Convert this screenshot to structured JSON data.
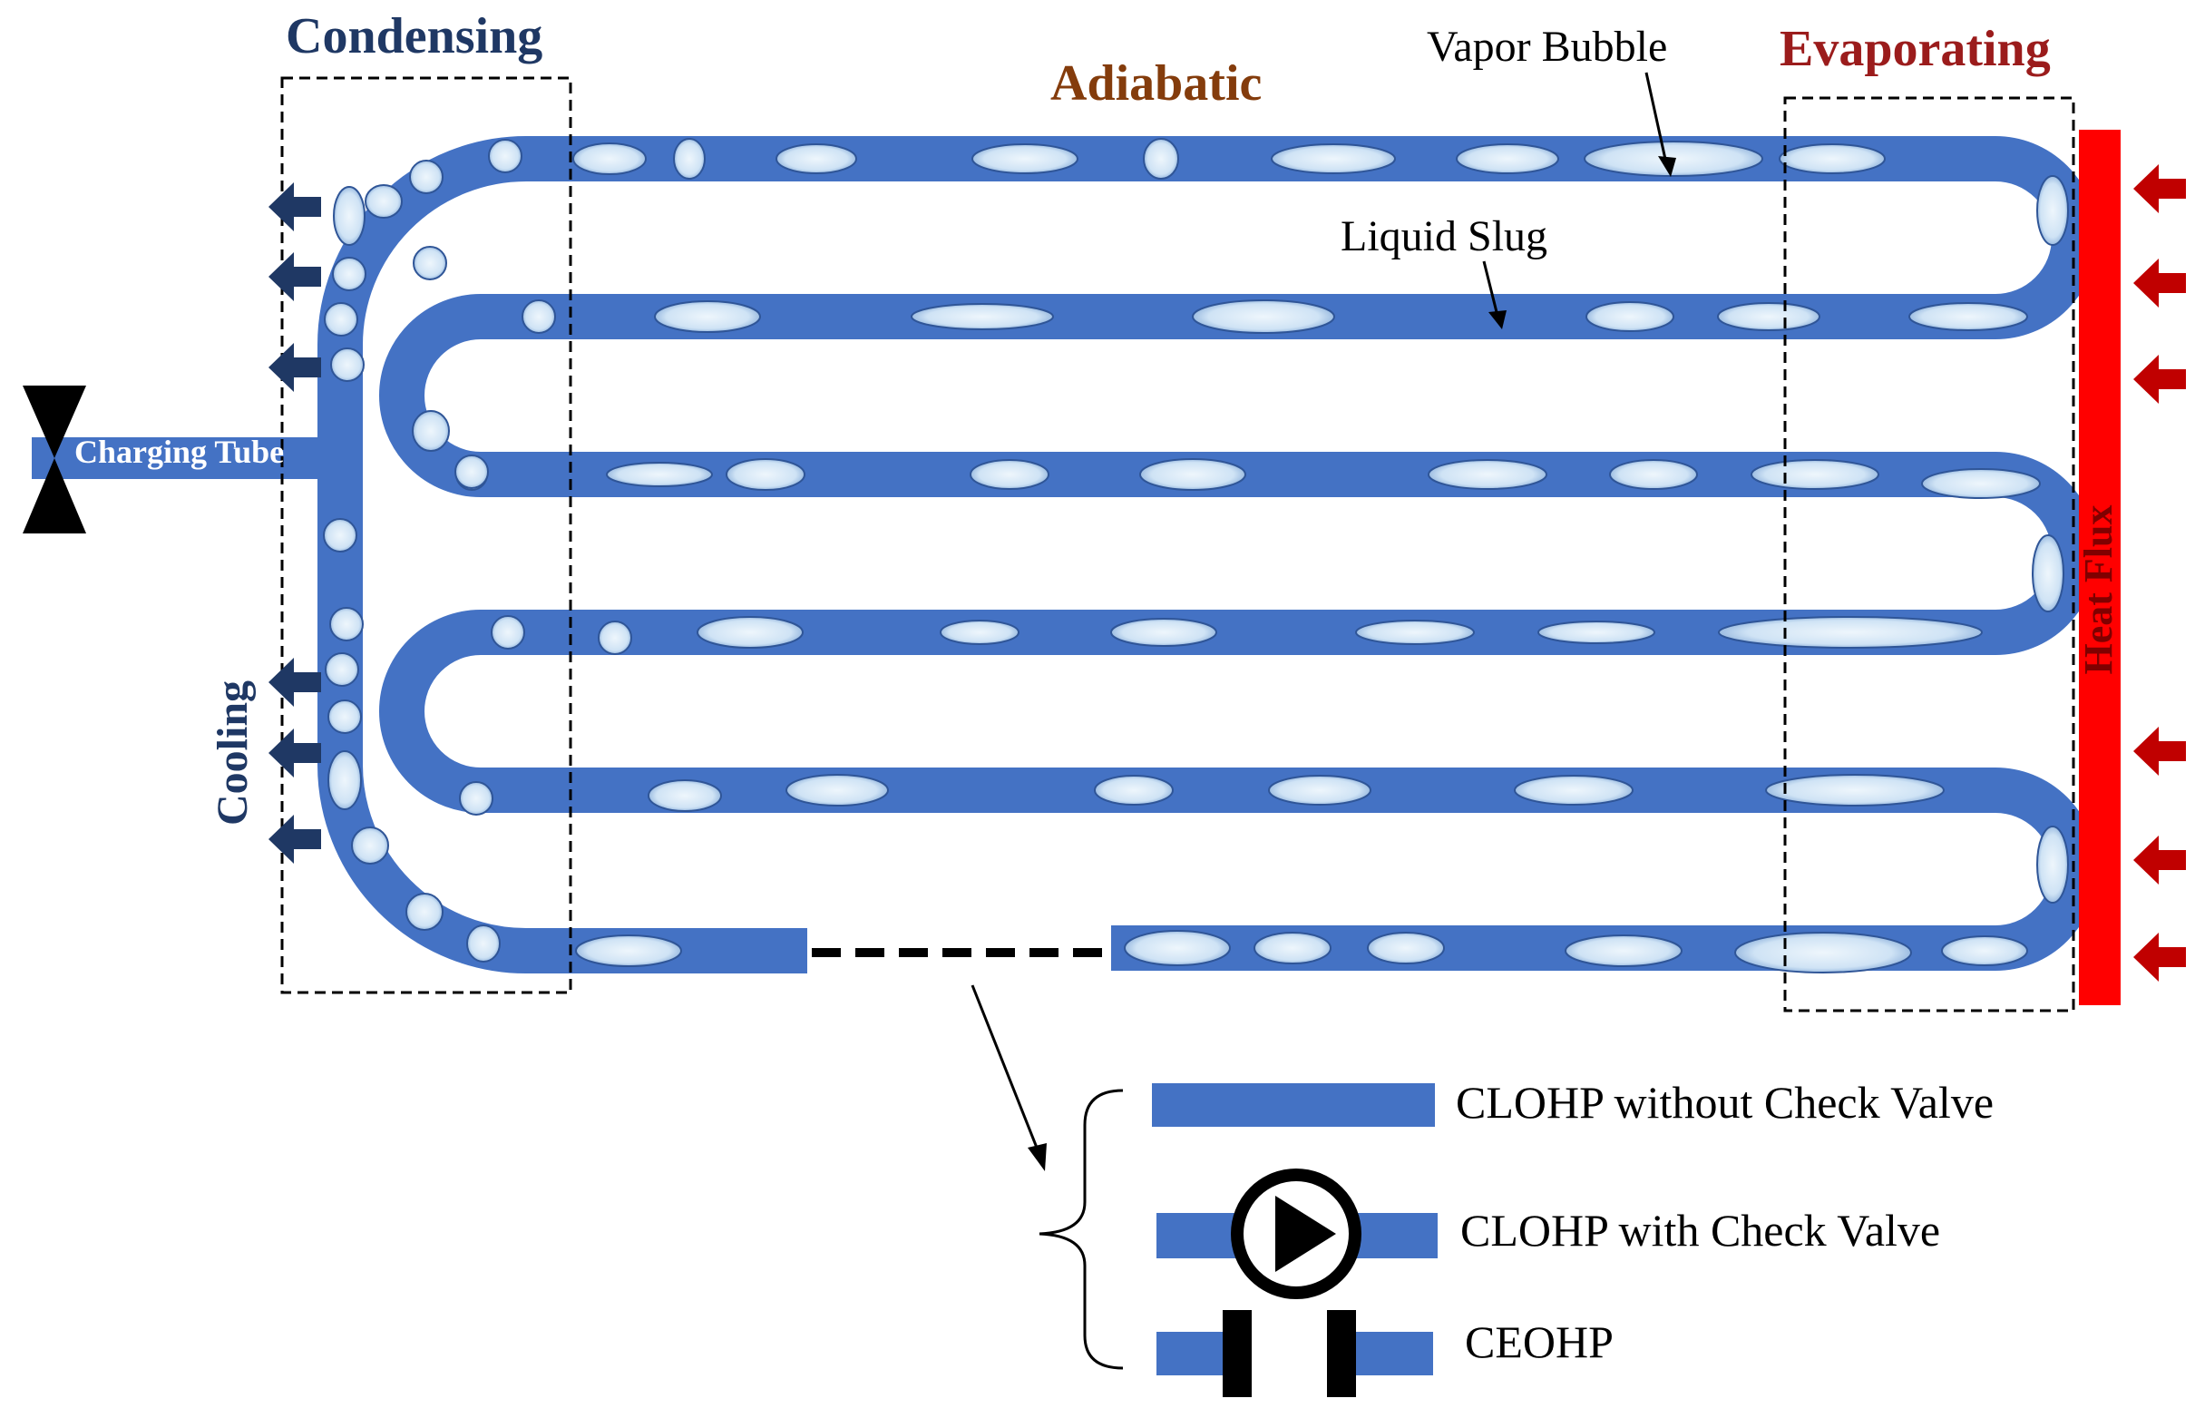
{
  "labels": {
    "condensing": "Condensing",
    "adiabatic": "Adiabatic",
    "evaporating": "Evaporating",
    "vapor_bubble": "Vapor Bubble",
    "liquid_slug": "Liquid Slug",
    "charging_tube": "Charging Tube",
    "cooling": "Cooling",
    "heat_flux": "Heat Flux"
  },
  "legend": {
    "without_check_valve": "CLOHP without Check Valve",
    "with_check_valve": "CLOHP with Check Valve",
    "ceohp": "CEOHP"
  },
  "colors": {
    "tube": "#4472c4",
    "bubble_edge": "#2f5597",
    "bubble_fill": "#d6e8f7",
    "condensing_text": "#1f3864",
    "adiabatic_text": "#843c0c",
    "evaporating_text": "#9b1c1c",
    "heat_bar": "#ff0000",
    "heat_arrow": "#c00000",
    "cool_arrow": "#1f3864"
  },
  "icons": {
    "cooling_arrows": "left-arrow-icon",
    "heat_arrows": "left-arrow-icon",
    "valve": "check-valve-icon",
    "charging_valve": "bowtie-valve-icon"
  }
}
